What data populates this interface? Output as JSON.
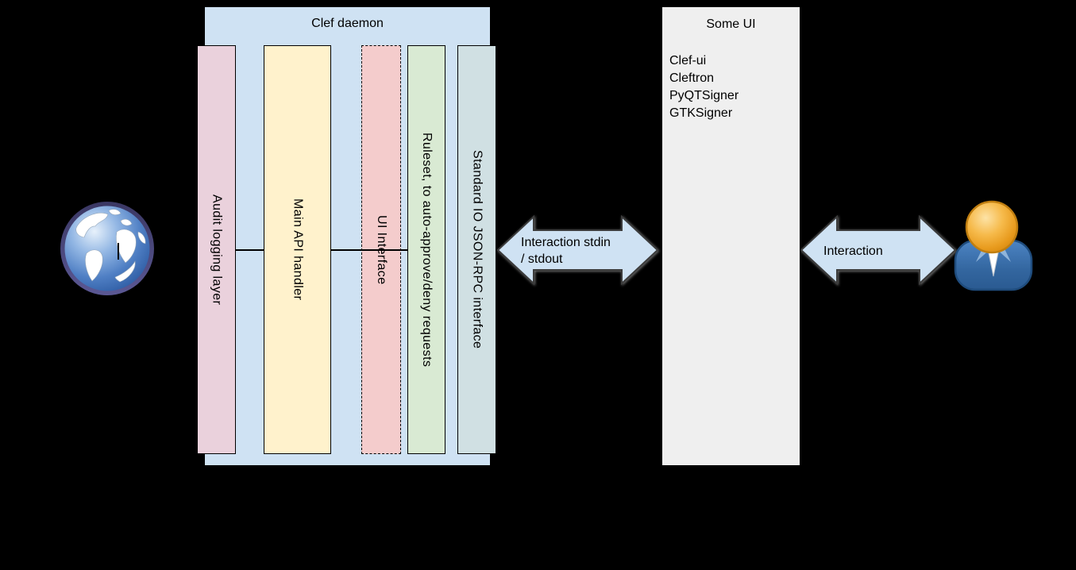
{
  "colors": {
    "background": "#000000",
    "daemon_box_fill": "#cfe2f3",
    "some_ui_fill": "#efefef",
    "arrow_fill": "#cfe2f3",
    "border": "#000000"
  },
  "clef_daemon": {
    "title": "Clef daemon",
    "bars": [
      {
        "label": "Audit logging layer",
        "fill": "#ead1dc",
        "border_style": "solid"
      },
      {
        "label": "Main API handler",
        "fill": "#fff2cc",
        "border_style": "solid"
      },
      {
        "label": "UI Interface",
        "fill": "#f4cccc",
        "border_style": "dashed"
      },
      {
        "label": "Ruleset, to auto-approve/deny requests",
        "fill": "#d9ead3",
        "border_style": "solid"
      },
      {
        "label": "Standard IO JSON-RPC interface",
        "fill": "#d0e0e3",
        "border_style": "solid"
      }
    ]
  },
  "some_ui": {
    "title": "Some UI",
    "items": [
      "Clef-ui",
      "Cleftron",
      "PyQTSigner",
      "GTKSigner"
    ]
  },
  "arrows": {
    "stdin_stdout": {
      "line1": "Interaction stdin",
      "line2": "/ stdout"
    },
    "user": {
      "label": "Interaction"
    }
  },
  "icons": {
    "left": "globe-icon",
    "right": "person-icon"
  }
}
